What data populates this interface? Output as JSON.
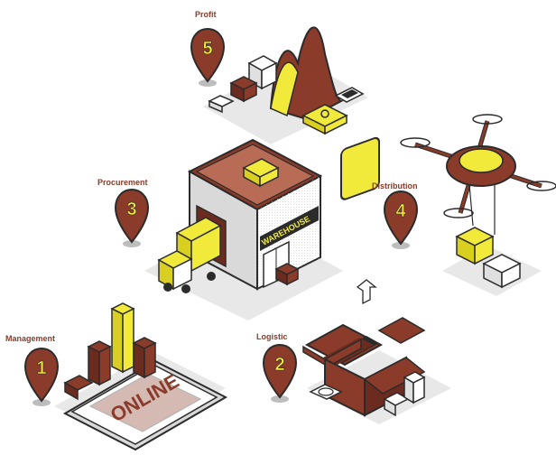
{
  "stages": {
    "profit": {
      "label": "Profit",
      "number": "5"
    },
    "procurement": {
      "label": "Procurement",
      "number": "3"
    },
    "distribution": {
      "label": "Distribution",
      "number": "4"
    },
    "management": {
      "label": "Management",
      "number": "1"
    },
    "logistic": {
      "label": "Logistic",
      "number": "2"
    }
  },
  "signs": {
    "warehouse": "WAREHOUSE",
    "online": "ONLINE"
  },
  "colors": {
    "brown": "#8a3b2a",
    "dark": "#2b2b2b",
    "yellow": "#f2ea3a",
    "shadow": "#e6e6e6",
    "light_grey": "#d9d9d9"
  }
}
